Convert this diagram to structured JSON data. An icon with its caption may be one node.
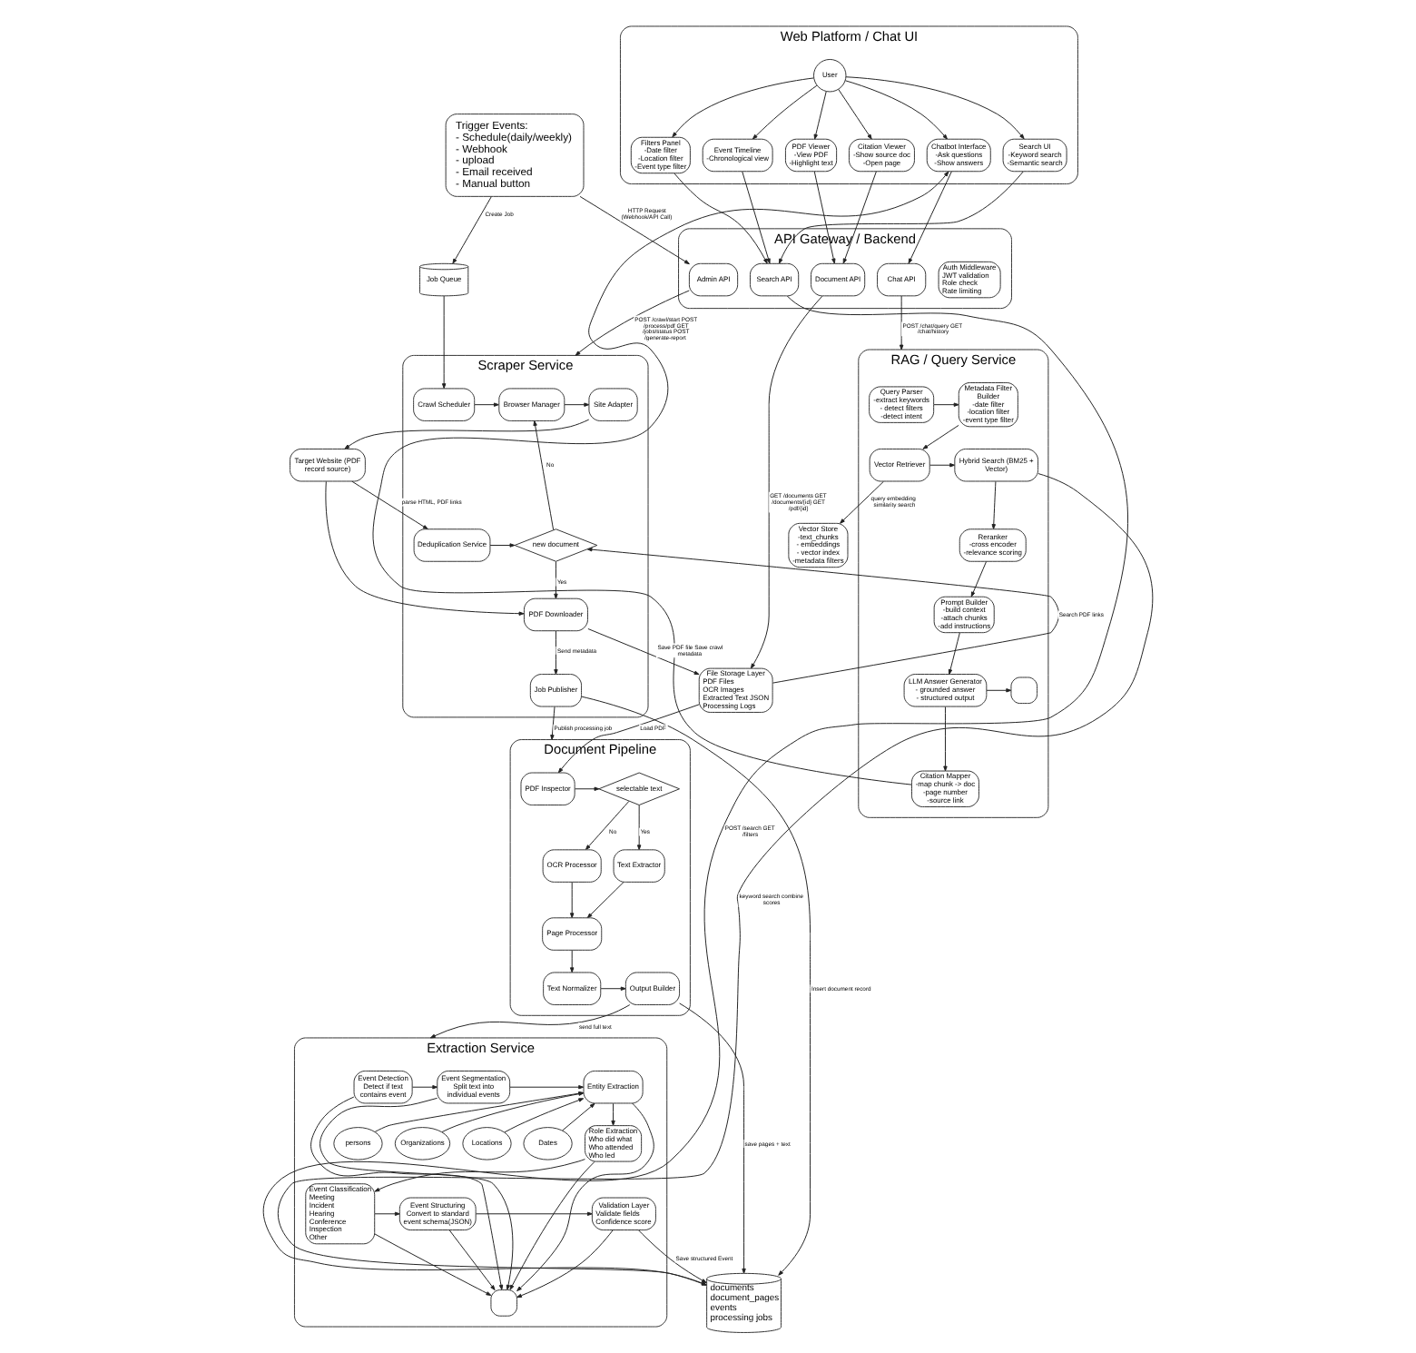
{
  "diagram": {
    "nodes": [
      {
        "text": [
          "Web Platform / Chat UI"
        ]
      },
      {
        "text": [
          "User"
        ],
        "in": 0
      },
      {
        "text": [
          "Search UI",
          "-Keyword search",
          "-Semantic search"
        ],
        "in": 0
      },
      {
        "text": [
          "Filters Panel",
          "-Date filter",
          "-Location filter",
          "-Event type filter"
        ],
        "in": 0
      },
      {
        "text": [
          "Event Timeline",
          "-Chronological view"
        ],
        "in": 0
      },
      {
        "text": [
          "PDF Viewer",
          "-View PDF",
          "-Highlight text"
        ],
        "in": 0
      },
      {
        "text": [
          "Citation Viewer",
          "-Show source doc",
          "-Open page"
        ],
        "in": 0
      },
      {
        "text": [
          "Chatbot Interface",
          "-Ask questions",
          "-Show answers"
        ],
        "in": 0
      },
      {
        "text": [
          "API Gateway / Backend"
        ]
      },
      {
        "text": [
          "Auth Middleware",
          "JWT validation",
          "Role check",
          "Rate limiting"
        ],
        "in": 8
      },
      {
        "text": [
          "Chat API"
        ],
        "in": 8
      },
      {
        "text": [
          "Search API"
        ],
        "in": 8
      },
      {
        "text": [
          "Document API"
        ],
        "in": 8
      },
      {
        "text": [
          "Admin API"
        ],
        "in": 8
      },
      {
        "text": [
          "RAG / Query Service"
        ]
      },
      {
        "text": [
          "Query Parser",
          "-extract keywords",
          "- detect filters",
          "-detect intent"
        ],
        "in": 14
      },
      {
        "text": [
          "Metadata Filter Builder",
          "-date filter",
          "-location filter",
          "-event type filter"
        ],
        "in": 14
      },
      {
        "text": [
          "Vector Retriever"
        ],
        "in": 14
      },
      {
        "text": [
          "Hybrid Search (BM25 + Vector)"
        ],
        "in": 14
      },
      {
        "text": [
          "Reranker",
          "-cross encoder",
          "-relevance scoring"
        ],
        "in": 14
      },
      {
        "text": [
          "Prompt Builder",
          "-build context",
          "-attach chunks",
          "-add instructions"
        ],
        "in": 14
      },
      {
        "text": [
          "LLM Answer Generator",
          "- grounded answer",
          "- structured output"
        ],
        "in": 14
      },
      {
        "text": [
          "Citation Mapper",
          "-map chunk -> doc",
          "-page number",
          "-source link"
        ],
        "in": 14
      },
      {
        "text": [],
        "shape": "box",
        "in": 14
      },
      {
        "text": [
          "Vector Store",
          "-text_chunks",
          "- embeddings",
          "- vector index",
          "-metadata filters"
        ]
      },
      {
        "text": [
          "Trigger Events:",
          "- Schedule(daily/weekly)",
          "- Webhook",
          "- upload",
          "- Email received",
          "- Manual button"
        ]
      },
      {
        "text": [
          "Job Queue"
        ]
      },
      {
        "text": [
          "Scraper Service"
        ]
      },
      {
        "text": [
          "Crawl Scheduler"
        ],
        "in": 27
      },
      {
        "text": [
          "Browser Manager"
        ],
        "in": 27
      },
      {
        "text": [
          "Site Adapter"
        ],
        "in": 27
      },
      {
        "text": [
          "new document"
        ],
        "in": 27
      },
      {
        "text": [
          "Deduplication Service"
        ],
        "in": 27
      },
      {
        "text": [
          "PDF Downloader"
        ],
        "in": 27
      },
      {
        "text": [
          "Job Publisher"
        ],
        "in": 27
      },
      {
        "text": [
          "Target Website (PDF record source)"
        ]
      },
      {
        "text": [
          "File Storage Layer",
          "PDF Files",
          "OCR Images",
          "Extracted Text JSON",
          "Processing Logs"
        ]
      },
      {
        "text": [
          "Document Pipeline"
        ]
      },
      {
        "text": [
          "PDF Inspector"
        ],
        "in": 37
      },
      {
        "text": [
          "selectable text"
        ],
        "in": 37
      },
      {
        "text": [
          "Text Extractor"
        ],
        "in": 37
      },
      {
        "text": [
          "OCR Processor"
        ],
        "in": 37
      },
      {
        "text": [
          "Page Processor"
        ],
        "in": 37
      },
      {
        "text": [
          "Text Normalizer"
        ],
        "in": 37
      },
      {
        "text": [
          "Output Builder"
        ],
        "in": 37
      },
      {
        "text": [
          "documents",
          "document_pages",
          "events",
          "processing jobs"
        ]
      },
      {
        "text": [
          "Extraction Service"
        ]
      },
      {
        "text": [
          "Event Detection",
          "Detect if text contains event"
        ],
        "in": 46
      },
      {
        "text": [
          "Event Segmentation",
          "Split text into individual events"
        ],
        "in": 46
      },
      {
        "text": [
          "Entity Extraction"
        ],
        "in": 46
      },
      {
        "text": [
          "persons"
        ],
        "in": 46
      },
      {
        "text": [
          "Organizations"
        ],
        "in": 46
      },
      {
        "text": [
          "Locations"
        ],
        "in": 46
      },
      {
        "text": [
          "Dates"
        ],
        "in": 46
      },
      {
        "text": [
          "Role Extraction",
          "Who did what",
          "Who attended",
          "Who led"
        ],
        "in": 46
      },
      {
        "text": [
          "Event Classification",
          "Meeting",
          "Incident",
          "Hearing",
          "Conference",
          "Inspection",
          "Other"
        ],
        "in": 46
      },
      {
        "text": [
          "Event Structuring",
          "Convert to standard event schema(JSON)"
        ],
        "in": 46
      },
      {
        "text": [
          "Validation Layer",
          "Validate fields",
          "Confidence score"
        ],
        "in": 46
      },
      {
        "text": [],
        "shape": "box",
        "in": 46
      }
    ],
    "edges": [
      {
        "from": 1,
        "to": 2,
        "arrow": "to"
      },
      {
        "from": 1,
        "to": 3,
        "arrow": "to"
      },
      {
        "from": 1,
        "to": 4,
        "arrow": "to"
      },
      {
        "from": 1,
        "to": 5,
        "arrow": "to"
      },
      {
        "from": 1,
        "to": 6,
        "arrow": "to"
      },
      {
        "from": 1,
        "to": 7,
        "arrow": "to"
      },
      {
        "from": 2,
        "to": 11,
        "arrow": "to"
      },
      {
        "from": 3,
        "to": 11,
        "arrow": "to"
      },
      {
        "from": 4,
        "to": 11,
        "arrow": "to"
      },
      {
        "from": 5,
        "to": 12,
        "arrow": "to"
      },
      {
        "from": 6,
        "to": 12,
        "arrow": "to"
      },
      {
        "from": 7,
        "to": 10,
        "arrow": "to"
      },
      {
        "from": 10,
        "to": 14,
        "arrow": "to",
        "label": "POST /chat/query GET /chat/history"
      },
      {
        "from": 25,
        "to": 13,
        "arrow": "to",
        "label": "HTTP Request (Webhook/API Call)"
      },
      {
        "from": 12,
        "to": 36,
        "arrow": "to",
        "label": "GET /documents GET /documents/{id} GET /pdf/{id}"
      },
      {
        "from": 11,
        "to": 45,
        "arrow": "to",
        "label": "POST /search GET /filters"
      },
      {
        "from": 13,
        "to": 27,
        "arrow": "to",
        "label": "POST /crawl/start POST /process/pdf GET /jobs/status POST /generate-report"
      },
      {
        "from": 15,
        "to": 16,
        "arrow": "to"
      },
      {
        "from": 16,
        "to": 17,
        "arrow": "to"
      },
      {
        "from": 17,
        "to": 18,
        "arrow": "to"
      },
      {
        "from": 17,
        "to": 24,
        "arrow": "to",
        "label": "query embedding similarity search"
      },
      {
        "from": 18,
        "to": 19,
        "arrow": "to"
      },
      {
        "from": 18,
        "to": 45,
        "arrow": "to",
        "label": "keyword search combine scores"
      },
      {
        "from": 19,
        "to": 20,
        "arrow": "to"
      },
      {
        "from": 20,
        "to": 21,
        "arrow": "to"
      },
      {
        "from": 21,
        "to": 23,
        "arrow": "to"
      },
      {
        "from": 21,
        "to": 22,
        "arrow": "to"
      },
      {
        "from": 22,
        "to": 7,
        "arrow": "to"
      },
      {
        "from": 25,
        "to": 26,
        "arrow": "to",
        "label": "Create Job"
      },
      {
        "from": 26,
        "to": 28,
        "arrow": "to"
      },
      {
        "from": 28,
        "to": 29,
        "arrow": "to"
      },
      {
        "from": 29,
        "to": 30,
        "arrow": "to"
      },
      {
        "from": 30,
        "to": 35,
        "arrow": "to"
      },
      {
        "from": 35,
        "to": 32,
        "arrow": "to",
        "label": "parse HTML, PDF links"
      },
      {
        "from": 32,
        "to": 31,
        "arrow": "to"
      },
      {
        "from": 31,
        "to": 29,
        "arrow": "to",
        "label": "No"
      },
      {
        "from": 31,
        "to": 33,
        "arrow": "to",
        "label": "Yes"
      },
      {
        "from": 35,
        "to": 33,
        "arrow": "to"
      },
      {
        "from": 36,
        "to": 31,
        "arrow": "to",
        "label": "Search PDF links"
      },
      {
        "from": 33,
        "to": 36,
        "arrow": "to",
        "label": "Save PDF file Save crawl metadata"
      },
      {
        "from": 33,
        "to": 34,
        "arrow": "to",
        "label": "Send metadata"
      },
      {
        "from": 34,
        "to": 45,
        "arrow": "to",
        "label": "Insert document record"
      },
      {
        "from": 34,
        "to": 37,
        "arrow": "to",
        "label": "Publish processing job"
      },
      {
        "from": 36,
        "to": 38,
        "arrow": "to",
        "label": "Load PDF"
      },
      {
        "from": 38,
        "to": 39,
        "arrow": "to"
      },
      {
        "from": 39,
        "to": 40,
        "arrow": "to",
        "label": "Yes"
      },
      {
        "from": 39,
        "to": 41,
        "arrow": "to",
        "label": "No"
      },
      {
        "from": 40,
        "to": 42,
        "arrow": "to"
      },
      {
        "from": 41,
        "to": 42,
        "arrow": "to"
      },
      {
        "from": 42,
        "to": 43,
        "arrow": "to"
      },
      {
        "from": 43,
        "to": 44,
        "arrow": "to"
      },
      {
        "from": 44,
        "to": 45,
        "arrow": "to",
        "label": "save pages + text"
      },
      {
        "from": 44,
        "to": 46,
        "arrow": "to",
        "label": "send full text"
      },
      {
        "from": 47,
        "to": 48,
        "arrow": "to"
      },
      {
        "from": 48,
        "to": 49,
        "arrow": "to"
      },
      {
        "from": 50,
        "to": 49,
        "arrow": "to"
      },
      {
        "from": 51,
        "to": 49,
        "arrow": "to"
      },
      {
        "from": 52,
        "to": 49,
        "arrow": "to"
      },
      {
        "from": 53,
        "to": 49,
        "arrow": "to"
      },
      {
        "from": 49,
        "to": 54,
        "arrow": "to"
      },
      {
        "from": 54,
        "to": 55,
        "arrow": "to"
      },
      {
        "from": 55,
        "to": 56,
        "arrow": "to"
      },
      {
        "from": 56,
        "to": 57,
        "arrow": "to"
      },
      {
        "from": 57,
        "to": 45,
        "arrow": "to",
        "label": "Save structured Event"
      },
      {
        "from": 47,
        "to": 58,
        "arrow": "to"
      },
      {
        "from": 48,
        "to": 58,
        "arrow": "to"
      },
      {
        "from": 49,
        "to": 58,
        "arrow": "to"
      },
      {
        "from": 54,
        "to": 58,
        "arrow": "to"
      },
      {
        "from": 55,
        "to": 58,
        "arrow": "to"
      },
      {
        "from": 56,
        "to": 58,
        "arrow": "to"
      },
      {
        "from": 57,
        "to": 58,
        "arrow": "to"
      }
    ]
  }
}
